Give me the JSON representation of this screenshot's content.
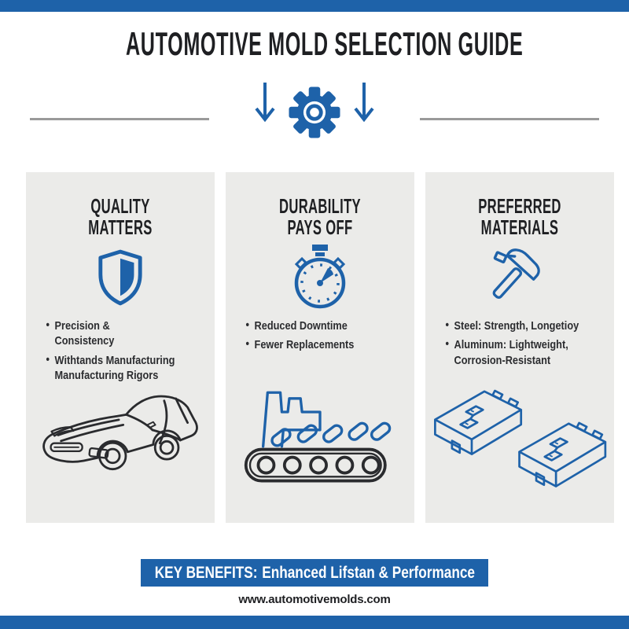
{
  "theme": {
    "accent_blue": "#1e62a9",
    "panel_gray": "#ebebe9",
    "ink": "#1e1f22",
    "bullet_ink": "#2b2c2f",
    "rule_gray": "#9a9a9a",
    "illustration_ink": "#2a2b2e",
    "background": "#ffffff"
  },
  "header": {
    "title": "AUTOMOTIVE MOLD SELECTION GUIDE",
    "icons": [
      "down-arrow-icon",
      "gear-icon",
      "down-arrow-icon"
    ]
  },
  "columns": [
    {
      "title": "QUALITY\nMATTERS",
      "icon": "shield-icon",
      "bullets": [
        "Precision &\nConsistency",
        "Withtands Manufacturing\nManufacturing Rigors"
      ],
      "illustration": "sports-car-line-drawing"
    },
    {
      "title": "DURABILITY\nPAYS OFF",
      "icon": "stopwatch-icon",
      "bullets": [
        "Reduced Downtime",
        "Fewer Replacements"
      ],
      "illustration": "factory-conveyor-belt-line-drawing"
    },
    {
      "title": "PREFERRED\nMATERIALS",
      "icon": "hammer-icon",
      "bullets": [
        "Steel: Strength, Longetioy",
        "Aluminum: Lightweight,\nCorrosion-Resistant"
      ],
      "illustration": "mold-blocks-line-drawing"
    }
  ],
  "footer": {
    "banner_label": "KEY BENEFITS:",
    "banner_text": "Enhanced Lifstan & Performance",
    "website": "www.automotivemolds.com"
  }
}
